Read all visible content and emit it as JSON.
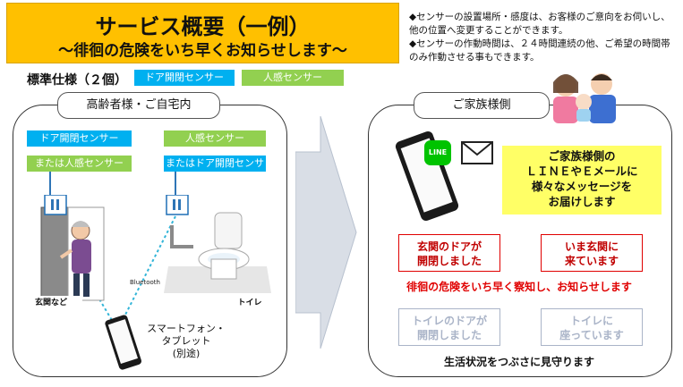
{
  "title": {
    "main": "サービス概要（一例）",
    "sub": "～徘徊の危険をいち早くお知らせします～"
  },
  "notes": [
    "◆センサーの設置場所・感度は、お客様のご意向をお伺いし、他の位置へ変更することができます。",
    "◆センサーの作動時間は、２４時間連続の他、ご希望の時間帯のみ作動させる事もできます。"
  ],
  "standard": {
    "label": "標準仕様（２個）",
    "tag_door": "ドア開閉センサー",
    "tag_human": "人感センサー"
  },
  "left_panel": {
    "title": "高齢者様・ご自宅内",
    "door_tag": "ドア開閉センサー",
    "door_alt_tag": "または人感センサー",
    "human_tag": "人感センサー",
    "human_alt_tag": "またはドア開閉センサー",
    "entrance_label": "玄関など",
    "toilet_label": "トイレ",
    "bluetooth_label": "Bluetooth",
    "phone_label_1": "スマートフォン・",
    "phone_label_2": "タブレット",
    "phone_label_3": "(別途)"
  },
  "right_panel": {
    "title": "ご家族様側",
    "line_icon_text": "LINE",
    "yellow_lines": [
      "ご家族様側の",
      "ＬＩＮＥやＥメールに",
      "様々なメッセージを",
      "お届けします"
    ],
    "msg_red": [
      {
        "line1": "玄関のドアが",
        "line2": "開閉しました"
      },
      {
        "line1": "いま玄関に",
        "line2": "来ています"
      }
    ],
    "red_caption": "徘徊の危険をいち早く察知し、お知らせします",
    "msg_gray": [
      {
        "line1": "トイレのドアが",
        "line2": "開閉しました"
      },
      {
        "line1": "トイレに",
        "line2": "座っています"
      }
    ],
    "bottom_caption": "生活状況をつぶさに見守ります"
  },
  "colors": {
    "title_bg": "#ffc000",
    "blue": "#00b0f0",
    "green": "#92d050",
    "red": "#e00000",
    "gray_msg": "#aab4c8",
    "yellow": "#ffff66",
    "arrow": "#d9dee6"
  }
}
